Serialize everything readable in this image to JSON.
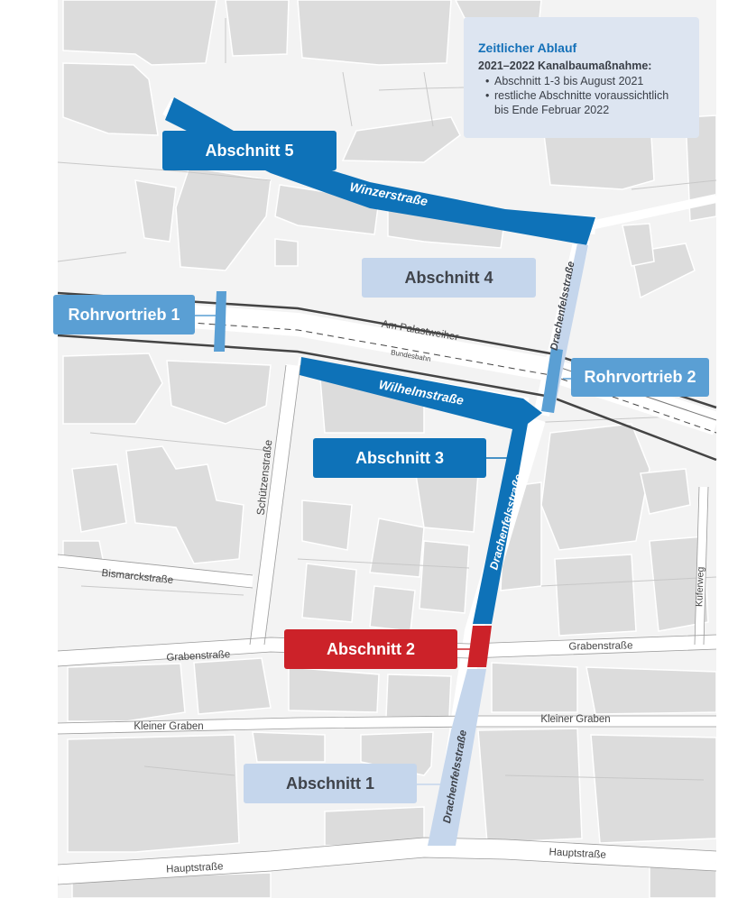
{
  "timeline": {
    "title": "Zeitlicher Ablauf",
    "subtitle": "2021–2022 Kanalbaumaßnahme:",
    "items": [
      "Abschnitt 1-3 bis August 2021",
      "restliche Abschnitte voraussichtlich",
      "bis Ende Februar 2022"
    ]
  },
  "sections": {
    "s1": "Abschnitt 1",
    "s2": "Abschnitt 2",
    "s3": "Abschnitt 3",
    "s4": "Abschnitt 4",
    "s5": "Abschnitt 5",
    "r1": "Rohrvortrieb 1",
    "r2": "Rohrvortrieb 2"
  },
  "streets": {
    "winzer": "Winzerstraße",
    "wilhelm": "Wilhelmstraße",
    "drachen_upper": "Drachenfelsstraße",
    "drachen_mid": "Drachenfelsstraße",
    "drachen_lower": "Drachenfelsstraße",
    "palast": "Am Palastweiher",
    "bahn": "Bundesbahn",
    "schuetzen": "Schützenstraße",
    "bismarck": "Bismarckstraße",
    "graben_left": "Grabenstraße",
    "graben_right": "Grabenstraße",
    "kleiner_left": "Kleiner Graben",
    "kleiner_right": "Kleiner Graben",
    "haupt_left": "Hauptstraße",
    "haupt_right": "Hauptstraße",
    "kuefer": "Küferweg"
  },
  "colors": {
    "dark_blue": "#0e72b8",
    "light_blue": "#5a9fd4",
    "pale_blue": "#c5d6ec",
    "red": "#cc2229",
    "building": "#dcdcdc"
  }
}
